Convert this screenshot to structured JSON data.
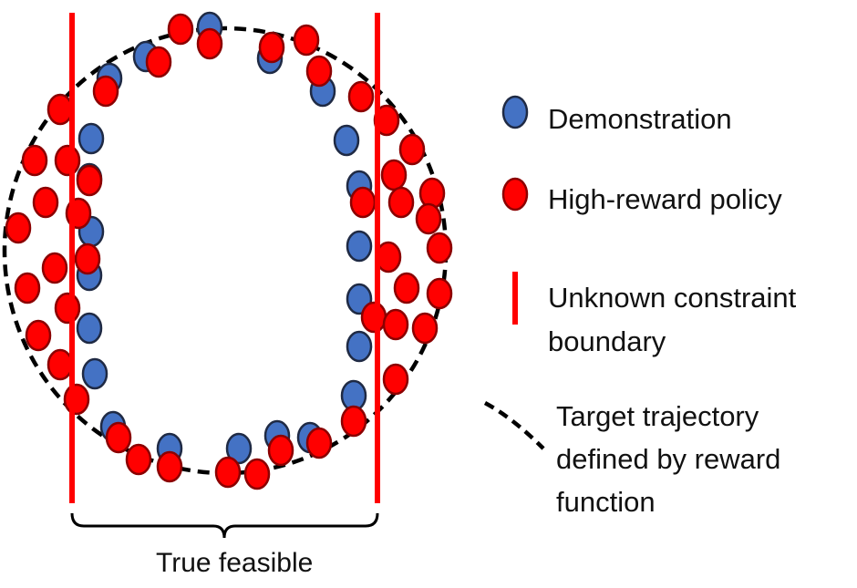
{
  "colors": {
    "demonstration_fill": "#4472C4",
    "policy_fill": "#FF0000",
    "dot_stroke": "#1F2A44",
    "constraint": "#FF0000",
    "trajectory": "#000000"
  },
  "legend": {
    "demonstration": "Demonstration",
    "policy": "High-reward policy",
    "constraint_line1": "Unknown constraint",
    "constraint_line2": "boundary",
    "trajectory_line1": "Target trajectory",
    "trajectory_line2": "defined by reward",
    "trajectory_line3": "function"
  },
  "bracket_label": "True feasible"
}
